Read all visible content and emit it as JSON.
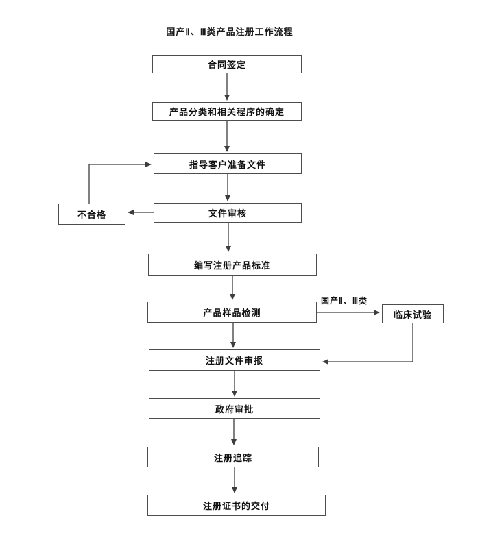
{
  "diagram": {
    "title": "国产Ⅱ、Ⅲ类产品注册工作流程",
    "nodes": {
      "contract_signing": {
        "label": "合同签定"
      },
      "product_classification": {
        "label": "产品分类和相关程序的确定"
      },
      "guide_customer_docs": {
        "label": "指导客户准备文件"
      },
      "document_review": {
        "label": "文件审核"
      },
      "unqualified": {
        "label": "不合格"
      },
      "write_product_standard": {
        "label": "编写注册产品标准"
      },
      "product_sample_testing": {
        "label": "产品样品检测"
      },
      "clinical_trial": {
        "label": "临床试验"
      },
      "registration_submission": {
        "label": "注册文件审报"
      },
      "government_approval": {
        "label": "政府审批"
      },
      "registration_tracking": {
        "label": "注册追踪"
      },
      "certificate_delivery": {
        "label": "注册证书的交付"
      }
    },
    "edge_labels": {
      "domestic_class": "国产Ⅱ、Ⅲ类"
    },
    "colors": {
      "line": "#3d3d3d",
      "box_border": "#4d4d4d",
      "text": "#111111",
      "background": "#ffffff"
    }
  }
}
